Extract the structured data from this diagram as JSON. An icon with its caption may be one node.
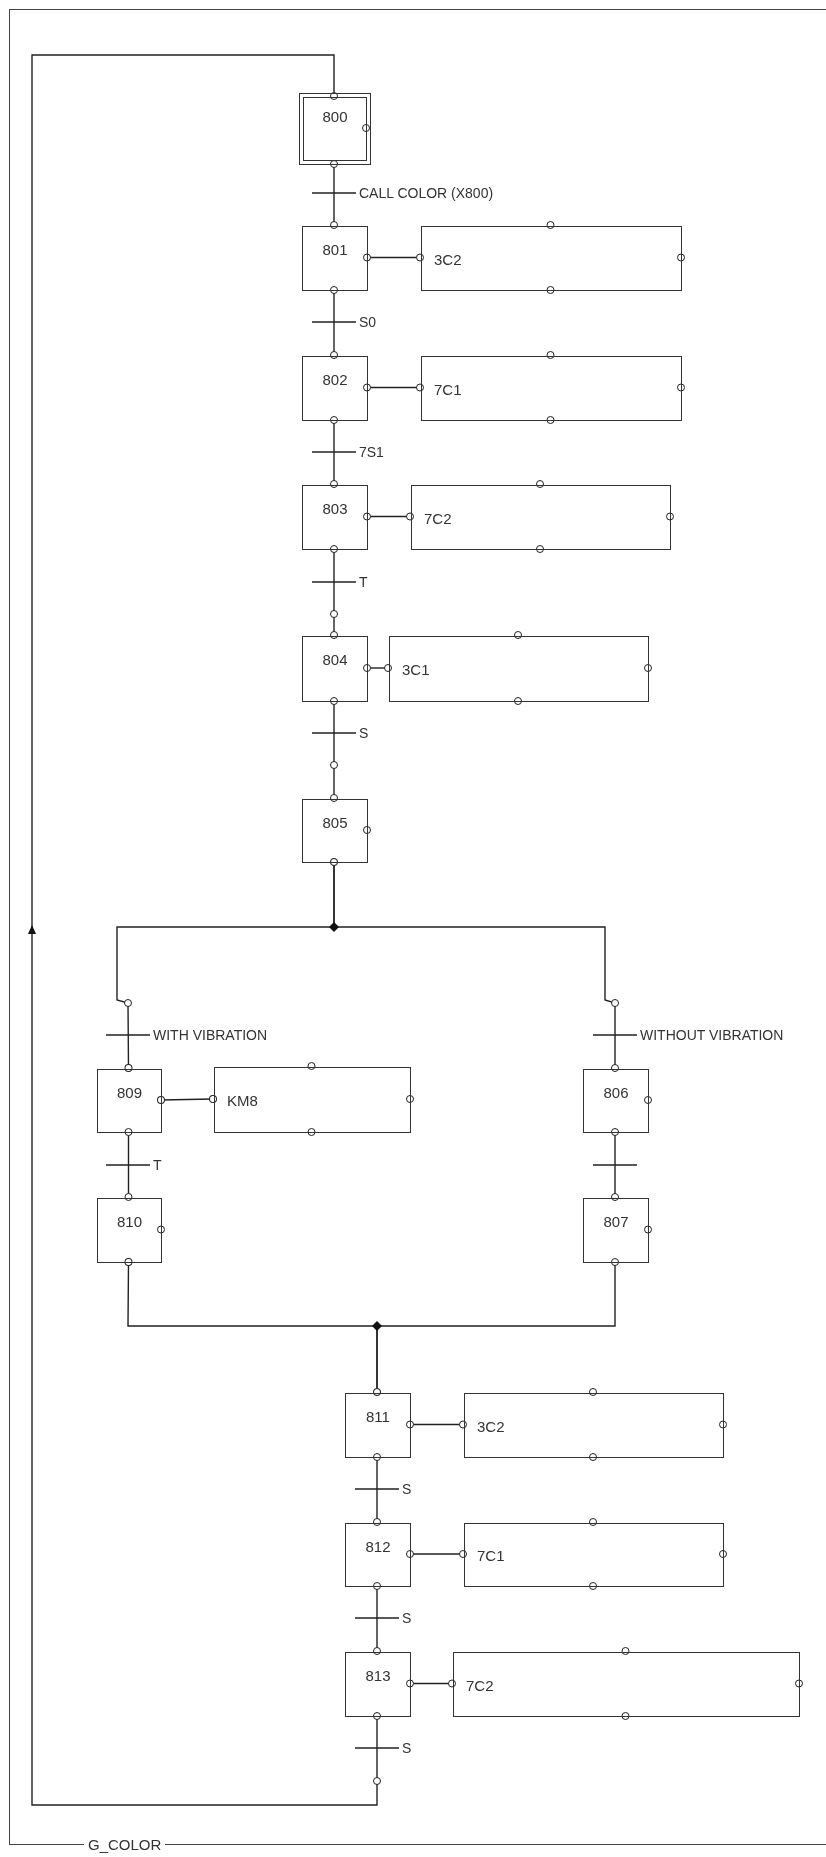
{
  "diagram": {
    "nodes": [
      {
        "text": [
          "G_COLOR"
        ]
      },
      {
        "text": [
          "800"
        ],
        "in": 0
      },
      {
        "text": [
          "801"
        ],
        "in": 0
      },
      {
        "text": [
          "3C2"
        ],
        "in": 0
      },
      {
        "text": [
          "802"
        ],
        "in": 0
      },
      {
        "text": [
          "7C1"
        ],
        "in": 0
      },
      {
        "text": [
          "803"
        ],
        "in": 0
      },
      {
        "text": [
          "7C2"
        ],
        "in": 0
      },
      {
        "text": [
          "804"
        ],
        "in": 0
      },
      {
        "text": [
          "3C1"
        ],
        "in": 0
      },
      {
        "text": [
          "805"
        ],
        "in": 0
      },
      {
        "text": [
          "809"
        ],
        "in": 0
      },
      {
        "text": [
          "KM8"
        ],
        "in": 0
      },
      {
        "text": [
          "806"
        ],
        "in": 0
      },
      {
        "text": [
          "810"
        ],
        "in": 0
      },
      {
        "text": [
          "807"
        ],
        "in": 0
      },
      {
        "text": [
          "811"
        ],
        "in": 0
      },
      {
        "text": [
          "3C2"
        ],
        "in": 0
      },
      {
        "text": [
          "812"
        ],
        "in": 0
      },
      {
        "text": [
          "7C1"
        ],
        "in": 0
      },
      {
        "text": [
          "813"
        ],
        "in": 0
      },
      {
        "text": [
          "7C2"
        ],
        "in": 0
      }
    ],
    "edges": [
      {
        "from": 1,
        "to": 2,
        "arrow": "other",
        "label": "CALL COLOR (X800)"
      },
      {
        "from": 2,
        "to": 3,
        "arrow": "other"
      },
      {
        "from": 2,
        "to": 4,
        "arrow": "other",
        "label": "S0"
      },
      {
        "from": 4,
        "to": 5,
        "arrow": "other"
      },
      {
        "from": 4,
        "to": 6,
        "arrow": "other",
        "label": "7S1"
      },
      {
        "from": 6,
        "to": 7,
        "arrow": "other"
      },
      {
        "from": 6,
        "to": 8,
        "arrow": "other",
        "label": "T"
      },
      {
        "from": 8,
        "to": 9,
        "arrow": "other"
      },
      {
        "from": 8,
        "to": 10,
        "arrow": "other",
        "label": "S"
      },
      {
        "from": 10,
        "to": 11,
        "arrow": "other",
        "label": "WITH VIBRATION"
      },
      {
        "from": 10,
        "to": 13,
        "arrow": "other",
        "label": "WITHOUT VIBRATION"
      },
      {
        "from": 11,
        "to": 12,
        "arrow": "other"
      },
      {
        "from": 11,
        "to": 14,
        "arrow": "other",
        "label": "T"
      },
      {
        "from": 13,
        "to": 15,
        "arrow": "other"
      },
      {
        "from": 14,
        "to": 16,
        "arrow": "other"
      },
      {
        "from": 15,
        "to": 16,
        "arrow": "other"
      },
      {
        "from": 16,
        "to": 17,
        "arrow": "other"
      },
      {
        "from": 16,
        "to": 18,
        "arrow": "other",
        "label": "S"
      },
      {
        "from": 18,
        "to": 19,
        "arrow": "other"
      },
      {
        "from": 18,
        "to": 20,
        "arrow": "other",
        "label": "S"
      },
      {
        "from": 20,
        "to": 21,
        "arrow": "other"
      },
      {
        "from": 20,
        "to": 1,
        "arrow": "to",
        "label": "S"
      }
    ]
  }
}
